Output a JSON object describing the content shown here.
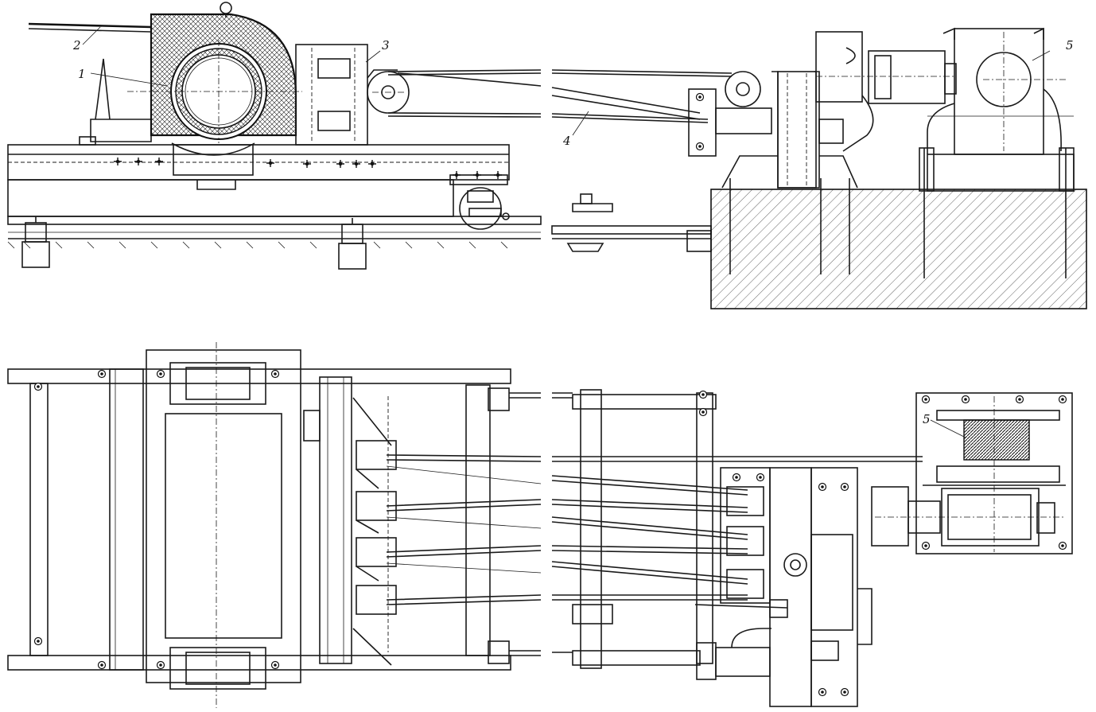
{
  "callouts": {
    "c1": "1",
    "c2": "2",
    "c3": "3",
    "c4": "4",
    "c5_side": "5",
    "c5_plan": "5"
  }
}
